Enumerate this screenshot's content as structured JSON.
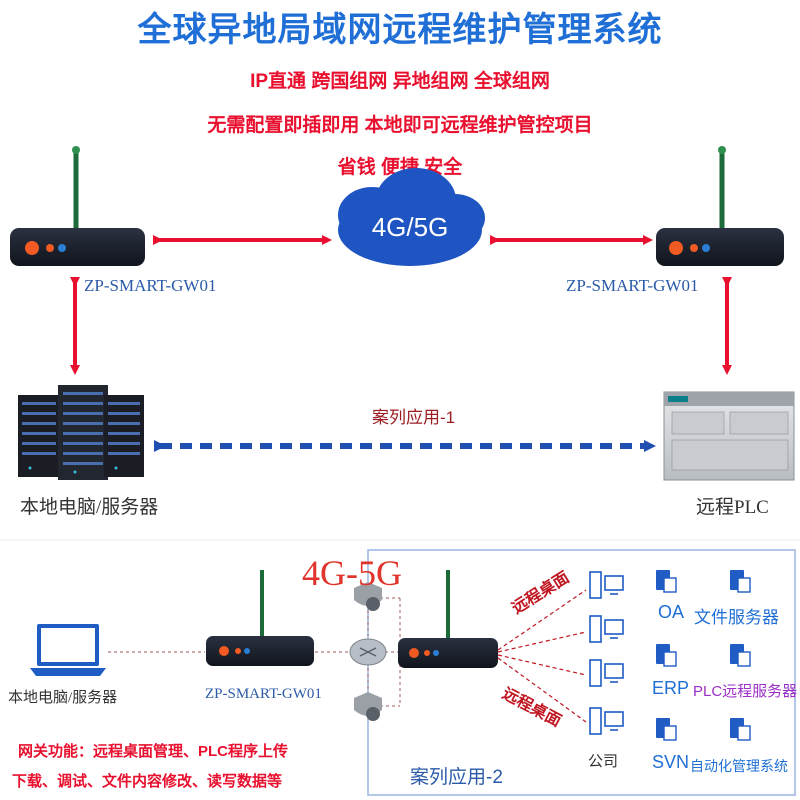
{
  "header": {
    "title": "全球异地局域网远程维护管理系统",
    "features_line1": "IP直通  跨国组网  异地组网  全球组网",
    "features_line2": "无需配置即插即用  本地即可远程维护管控项目",
    "features_line3": "省钱  便捷  安全"
  },
  "top_diagram": {
    "cloud_label": "4G/5G",
    "left_gateway_label": "ZP-SMART-GW01",
    "right_gateway_label": "ZP-SMART-GW01",
    "local_pc_label": "本地电脑/服务器",
    "remote_plc_label": "远程PLC",
    "case_label": "案列应用-1"
  },
  "bottom_diagram": {
    "network_label": "4G-5G",
    "local_pc_label": "本地电脑/服务器",
    "gateway_label": "ZP-SMART-GW01",
    "remote_desktop_label_top": "远程桌面",
    "remote_desktop_label_bottom": "远程桌面",
    "company_label": "公司",
    "case_label": "案列应用-2",
    "services": [
      "OA",
      "文件服务器",
      "ERP",
      "PLC远程服务器",
      "SVN",
      "自动化管理系统"
    ],
    "gateway_functions_line1": "网关功能：远程桌面管理、PLC程序上传",
    "gateway_functions_line2": "下载、调试、文件内容修改、读写数据等"
  },
  "colors": {
    "title_blue": "#1f6fd6",
    "accent_red": "#e8102e",
    "cloud_blue": "#1f55c2",
    "dotted_blue": "#1f4fb0"
  }
}
